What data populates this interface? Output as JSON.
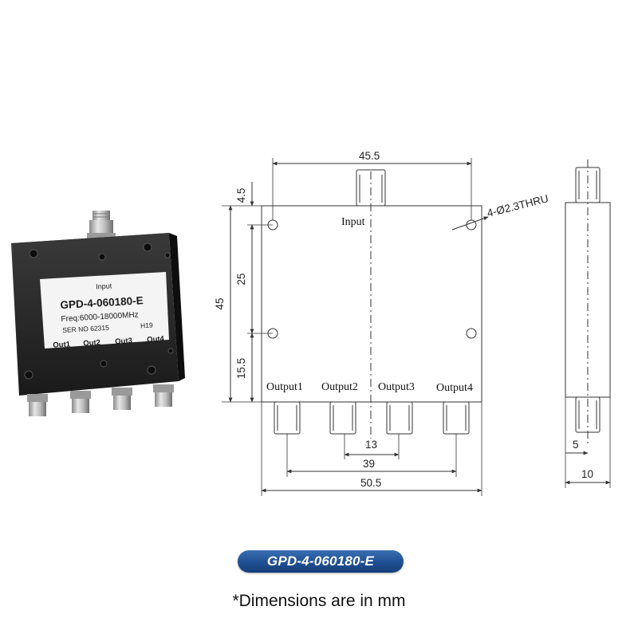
{
  "product_photo": {
    "label_input": "Input",
    "label_model": "GPD-4-060180-E",
    "label_freq": "Freq:6000-18000MHz",
    "label_serial": "SER NO 62315",
    "label_code": "H19",
    "label_outputs": [
      "Out1",
      "Out2",
      "Out3",
      "Out4"
    ]
  },
  "drawing": {
    "ports": {
      "input": "Input",
      "outputs": [
        "Output1",
        "Output2",
        "Output3",
        "Output4"
      ]
    },
    "hole_note": "4-Ø2.3THRU",
    "dimensions": {
      "top_width": "45.5",
      "top_offset": "4.5",
      "hole_spacing_v": "25",
      "overall_height": "45",
      "bottom_offset": "15.5",
      "port_pitch": "13",
      "outer_port_span": "39",
      "overall_width": "50.5",
      "connector_offset": "5",
      "thickness": "10"
    }
  },
  "model_badge": "GPD-4-060180-E",
  "footnote": "*Dimensions are in mm",
  "colors": {
    "badge": "#1f4f92",
    "body": "#1c1c1c",
    "line": "#333333"
  }
}
